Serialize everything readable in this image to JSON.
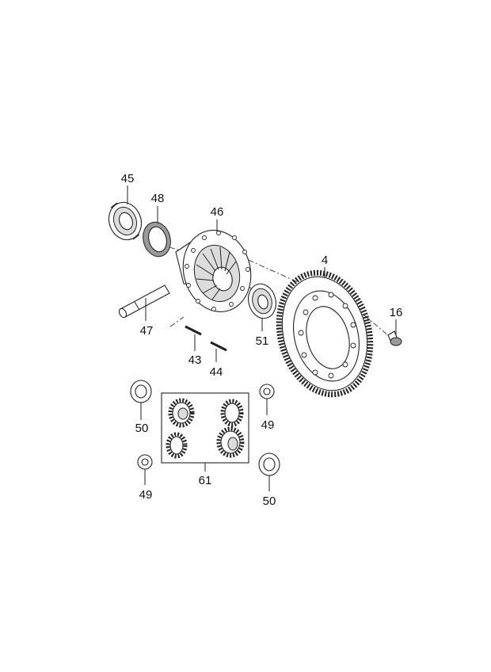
{
  "diagram": {
    "parts": [
      {
        "id": "p45",
        "number": "45",
        "icon": "bearing-icon"
      },
      {
        "id": "p48",
        "number": "48",
        "icon": "ring-icon"
      },
      {
        "id": "p46",
        "number": "46",
        "icon": "differential-case-icon"
      },
      {
        "id": "p4",
        "number": "4",
        "icon": "ring-gear-icon"
      },
      {
        "id": "p16",
        "number": "16",
        "icon": "bolt-icon"
      },
      {
        "id": "p51",
        "number": "51",
        "icon": "bearing-icon"
      },
      {
        "id": "p47",
        "number": "47",
        "icon": "shaft-icon"
      },
      {
        "id": "p43",
        "number": "43",
        "icon": "pin-icon"
      },
      {
        "id": "p44",
        "number": "44",
        "icon": "pin-icon"
      },
      {
        "id": "p50a",
        "number": "50",
        "icon": "washer-icon"
      },
      {
        "id": "p49a",
        "number": "49",
        "icon": "washer-icon"
      },
      {
        "id": "p61",
        "number": "61",
        "icon": "gear-set-icon"
      },
      {
        "id": "p49b",
        "number": "49",
        "icon": "washer-icon"
      },
      {
        "id": "p50b",
        "number": "50",
        "icon": "washer-icon"
      }
    ]
  }
}
